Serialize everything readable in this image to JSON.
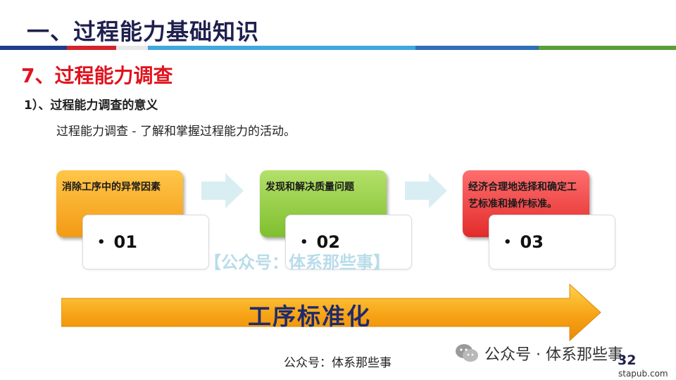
{
  "header": {
    "title": "一、过程能力基础知识",
    "bar_colors": [
      "#1f3e8a",
      "#d4242b",
      "#e8e8e8",
      "#3fa9dd",
      "#5a9e3a"
    ]
  },
  "section": {
    "subtitle": "7、过程能力调查",
    "point": "1）、过程能力调查的意义",
    "description": "过程能力调查 - 了解和掌握过程能力的活动。"
  },
  "process": {
    "steps": [
      {
        "text": "消除工序中的异常因素",
        "number": "01",
        "color": "orange"
      },
      {
        "text": "发现和解决质量问题",
        "number": "02",
        "color": "green"
      },
      {
        "text": "经济合理地选择和确定工艺标准和操作标准。",
        "number": "03",
        "color": "red"
      }
    ],
    "bullet": "•"
  },
  "watermark": "【公众号：体系那些事】",
  "arrow": {
    "label": "工序标准化"
  },
  "footer": {
    "text": "公众号：体系那些事",
    "wechat": "公众号 · 体系那些事",
    "page_number": "32",
    "site": "stapub.com"
  }
}
